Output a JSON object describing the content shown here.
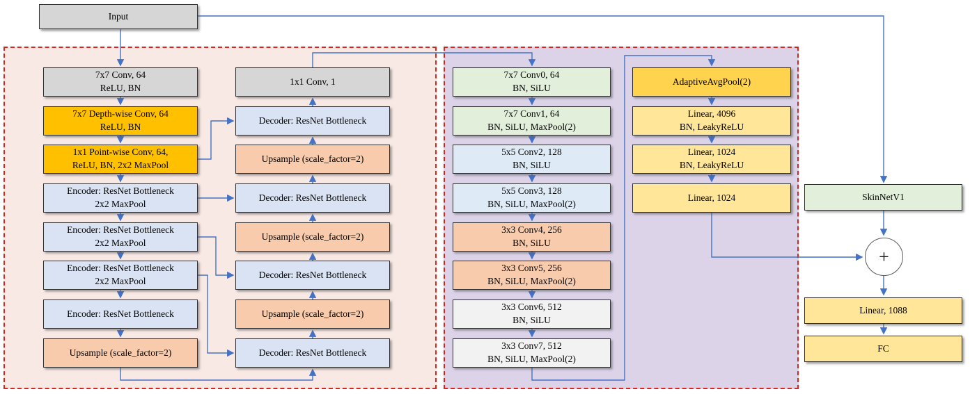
{
  "palette": {
    "gray": "#d6d6d6",
    "gold": "#ffc000",
    "light_blue": "#dae3f3",
    "peach": "#f8cbad",
    "light_green": "#e2efda",
    "pale_blue": "#deebf7",
    "near_white": "#f2f2f2",
    "amber": "#ffd34d",
    "light_gold": "#ffe699",
    "arrow_blue": "#4472c4",
    "dashed_border_red": "#d9251d",
    "segmentation_region_bg": "#f9e9e5",
    "classification_region_bg": "#dcd3e9"
  },
  "input": {
    "label": "Input"
  },
  "segmentation_region": {
    "encoder_column": [
      {
        "label": "7x7 Conv, 64\nReLU, BN",
        "color": "gray"
      },
      {
        "label": "7x7 Depth-wise Conv, 64\nReLU, BN",
        "color": "gold"
      },
      {
        "label": "1x1 Point-wise Conv, 64,\nReLU, BN, 2x2 MaxPool",
        "color": "gold"
      },
      {
        "label": "Encoder: ResNet Bottleneck\n2x2 MaxPool",
        "color": "light_blue"
      },
      {
        "label": "Encoder: ResNet Bottleneck\n2x2 MaxPool",
        "color": "light_blue"
      },
      {
        "label": "Encoder: ResNet Bottleneck\n2x2 MaxPool",
        "color": "light_blue"
      },
      {
        "label": "Encoder: ResNet Bottleneck",
        "color": "light_blue"
      },
      {
        "label": "Upsample (scale_factor=2)",
        "color": "peach"
      }
    ],
    "decoder_column": [
      {
        "label": "1x1 Conv, 1",
        "color": "gray"
      },
      {
        "label": "Decoder: ResNet Bottleneck",
        "color": "light_blue"
      },
      {
        "label": "Upsample (scale_factor=2)",
        "color": "peach"
      },
      {
        "label": "Decoder: ResNet Bottleneck",
        "color": "light_blue"
      },
      {
        "label": "Upsample (scale_factor=2)",
        "color": "peach"
      },
      {
        "label": "Decoder: ResNet Bottleneck",
        "color": "light_blue"
      },
      {
        "label": "Upsample (scale_factor=2)",
        "color": "peach"
      },
      {
        "label": "Decoder: ResNet Bottleneck",
        "color": "light_blue"
      }
    ]
  },
  "classification_region": {
    "conv_column": [
      {
        "label": "7x7 Conv0, 64\nBN, SiLU",
        "color": "light_green"
      },
      {
        "label": "7x7 Conv1, 64\nBN, SiLU, MaxPool(2)",
        "color": "light_green"
      },
      {
        "label": "5x5 Conv2, 128\nBN, SiLU",
        "color": "pale_blue"
      },
      {
        "label": "5x5 Conv3, 128\nBN, SiLU, MaxPool(2)",
        "color": "pale_blue"
      },
      {
        "label": "3x3 Conv4, 256\nBN, SiLU",
        "color": "peach"
      },
      {
        "label": "3x3 Conv5, 256\nBN, SiLU, MaxPool(2)",
        "color": "peach"
      },
      {
        "label": "3x3 Conv6, 512\nBN, SiLU",
        "color": "near_white"
      },
      {
        "label": "3x3 Conv7, 512\nBN, SiLU, MaxPool(2)",
        "color": "near_white"
      }
    ],
    "head_column": [
      {
        "label": "AdaptiveAvgPool(2)",
        "color": "amber"
      },
      {
        "label": "Linear, 4096\nBN, LeakyReLU",
        "color": "light_gold"
      },
      {
        "label": "Linear, 1024\nBN, LeakyReLU",
        "color": "light_gold"
      },
      {
        "label": "Linear, 1024",
        "color": "light_gold"
      }
    ]
  },
  "right_column": {
    "skinnet": {
      "label": "SkinNetV1",
      "color": "light_green"
    },
    "sum_symbol": "+",
    "linear": {
      "label": "Linear, 1088",
      "color": "light_gold"
    },
    "fc": {
      "label": "FC",
      "color": "light_gold"
    }
  }
}
